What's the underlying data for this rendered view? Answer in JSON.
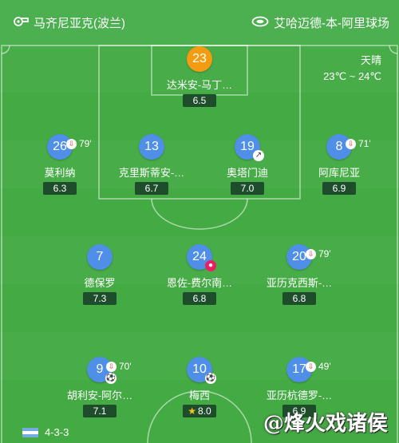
{
  "header": {
    "referee": "马齐尼亚克(波兰)",
    "stadium": "艾哈迈德-本-阿里球场"
  },
  "weather": {
    "condition": "天晴",
    "temp": "23℃ ~ 24℃"
  },
  "players": [
    {
      "number": "23",
      "name": "达米安-马丁…",
      "rating": "6.5"
    },
    {
      "number": "26",
      "name": "莫利纳",
      "rating": "6.3",
      "sub": "79'"
    },
    {
      "number": "13",
      "name": "克里斯蒂安-…",
      "rating": "6.7"
    },
    {
      "number": "19",
      "name": "奥塔门迪",
      "rating": "7.0"
    },
    {
      "number": "8",
      "name": "阿库尼亚",
      "rating": "6.9",
      "sub": "71'"
    },
    {
      "number": "7",
      "name": "德保罗",
      "rating": "7.3"
    },
    {
      "number": "24",
      "name": "恩佐-费尔南…",
      "rating": "6.8"
    },
    {
      "number": "20",
      "name": "亚历克西斯-…",
      "rating": "6.8",
      "sub": "79'"
    },
    {
      "number": "9",
      "name": "胡利安-阿尔…",
      "rating": "7.1",
      "sub": "70'"
    },
    {
      "number": "10",
      "name": "梅西",
      "rating": "8.0"
    },
    {
      "number": "17",
      "name": "亚历杭德罗-…",
      "rating": "6.9",
      "sub": "49'"
    }
  ],
  "formation": "4-3-3",
  "watermark": "@烽火戏诸侯",
  "colors": {
    "pitch": "#44aa44",
    "goalkeeper": "#f39c12",
    "outfield": "#4f8fe8",
    "rating_bg": "#1e4d2b"
  },
  "icons": [
    "whistle-icon",
    "stadium-icon",
    "substitution-icon",
    "ball-icon",
    "assist-icon",
    "star-icon",
    "argentina-flag-icon"
  ]
}
